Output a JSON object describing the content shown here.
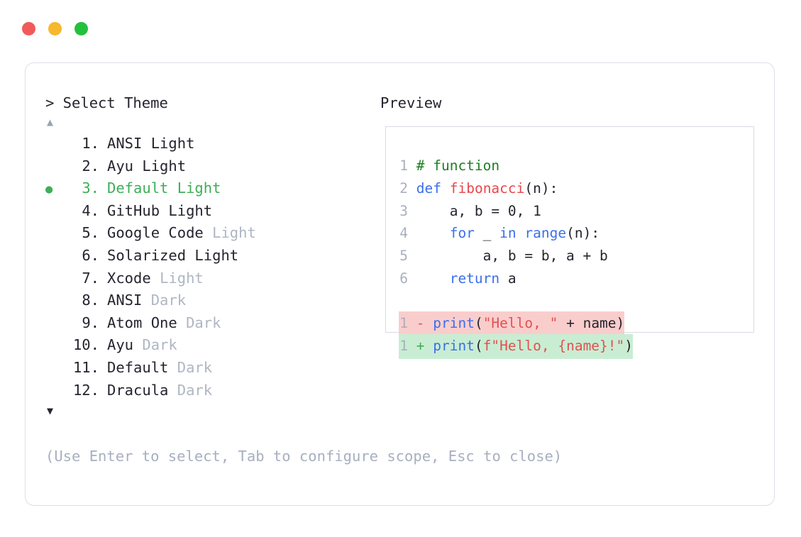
{
  "window": {
    "traffic_lights": [
      {
        "name": "close",
        "color": "#F2595B"
      },
      {
        "name": "minimize",
        "color": "#F5B82E"
      },
      {
        "name": "maximize",
        "color": "#23C03E"
      }
    ]
  },
  "left_panel": {
    "prompt": "> Select Theme",
    "scroll_up_icon": "▲",
    "scroll_down_icon": "▼",
    "selected_index": 3,
    "selected_bullet": "●",
    "themes": [
      {
        "num": "1.",
        "name": "ANSI",
        "variant": "Light",
        "variant_muted": false,
        "selected": false
      },
      {
        "num": "2.",
        "name": "Ayu",
        "variant": "Light",
        "variant_muted": false,
        "selected": false
      },
      {
        "num": "3.",
        "name": "Default",
        "variant": "Light",
        "variant_muted": false,
        "selected": true
      },
      {
        "num": "4.",
        "name": "GitHub",
        "variant": "Light",
        "variant_muted": false,
        "selected": false
      },
      {
        "num": "5.",
        "name": "Google Code",
        "variant": "Light",
        "variant_muted": true,
        "selected": false
      },
      {
        "num": "6.",
        "name": "Solarized",
        "variant": "Light",
        "variant_muted": false,
        "selected": false
      },
      {
        "num": "7.",
        "name": "Xcode",
        "variant": "Light",
        "variant_muted": true,
        "selected": false
      },
      {
        "num": "8.",
        "name": "ANSI",
        "variant": "Dark",
        "variant_muted": true,
        "selected": false
      },
      {
        "num": "9.",
        "name": "Atom One",
        "variant": "Dark",
        "variant_muted": true,
        "selected": false
      },
      {
        "num": "10.",
        "name": "Ayu",
        "variant": "Dark",
        "variant_muted": true,
        "selected": false
      },
      {
        "num": "11.",
        "name": "Default",
        "variant": "Dark",
        "variant_muted": true,
        "selected": false
      },
      {
        "num": "12.",
        "name": "Dracula",
        "variant": "Dark",
        "variant_muted": true,
        "selected": false
      }
    ],
    "footer_hint": "(Use Enter to select, Tab to configure scope, Esc to close)"
  },
  "right_panel": {
    "label": "Preview",
    "code_lines": [
      {
        "n": "1",
        "tokens": [
          {
            "t": " ",
            "c": "plain"
          },
          {
            "t": "# function",
            "c": "comment"
          }
        ]
      },
      {
        "n": "2",
        "tokens": [
          {
            "t": " ",
            "c": "plain"
          },
          {
            "t": "def",
            "c": "kw"
          },
          {
            "t": " ",
            "c": "plain"
          },
          {
            "t": "fibonacci",
            "c": "fn"
          },
          {
            "t": "(n):",
            "c": "plain"
          }
        ]
      },
      {
        "n": "3",
        "tokens": [
          {
            "t": "     a, b = ",
            "c": "plain"
          },
          {
            "t": "0",
            "c": "num"
          },
          {
            "t": ", ",
            "c": "plain"
          },
          {
            "t": "1",
            "c": "num"
          }
        ]
      },
      {
        "n": "4",
        "tokens": [
          {
            "t": "     ",
            "c": "plain"
          },
          {
            "t": "for",
            "c": "kw"
          },
          {
            "t": " _ ",
            "c": "plain"
          },
          {
            "t": "in",
            "c": "kw"
          },
          {
            "t": " ",
            "c": "plain"
          },
          {
            "t": "range",
            "c": "kw"
          },
          {
            "t": "(n):",
            "c": "plain"
          }
        ]
      },
      {
        "n": "5",
        "tokens": [
          {
            "t": "         a, b = b, a + b",
            "c": "plain"
          }
        ]
      },
      {
        "n": "6",
        "tokens": [
          {
            "t": "     ",
            "c": "plain"
          },
          {
            "t": "return",
            "c": "kw"
          },
          {
            "t": " a",
            "c": "plain"
          }
        ]
      }
    ],
    "diff_lines": [
      {
        "n": "1",
        "kind": "del",
        "sign": "-",
        "tokens": [
          {
            "t": " ",
            "c": "plain"
          },
          {
            "t": "print",
            "c": "kw"
          },
          {
            "t": "(",
            "c": "plain"
          },
          {
            "t": "\"Hello, \"",
            "c": "str"
          },
          {
            "t": " + name)",
            "c": "plain"
          }
        ]
      },
      {
        "n": "1",
        "kind": "add",
        "sign": "+",
        "tokens": [
          {
            "t": " ",
            "c": "plain"
          },
          {
            "t": "print",
            "c": "kw"
          },
          {
            "t": "(",
            "c": "plain"
          },
          {
            "t": "f\"Hello, {name}!\"",
            "c": "str"
          },
          {
            "t": ")",
            "c": "plain"
          }
        ]
      }
    ]
  }
}
